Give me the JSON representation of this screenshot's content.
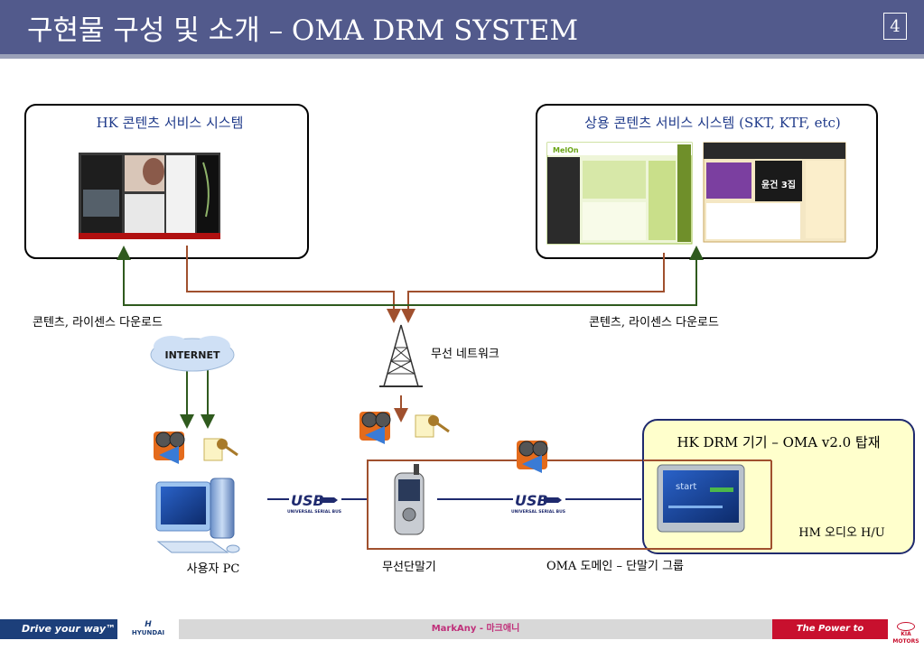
{
  "title": "구현물 구성 및 소개 – OMA DRM SYSTEM",
  "page_number": "4",
  "hk_service": {
    "label": "HK 콘텐츠 서비스 시스템"
  },
  "commercial_service": {
    "label": "상용 콘텐츠 서비스 시스템 (SKT, KTF, etc)"
  },
  "screens": {
    "melon_brand": "MelOn",
    "music_album": "윤건 3집"
  },
  "download_left": "콘텐츠, 라이센스 다운로드",
  "download_right": "콘텐츠, 라이센스 다운로드",
  "internet": "INTERNET",
  "wireless_network": "무선 네트워크",
  "usb": {
    "logo": "USB",
    "caption": "UNIVERSAL SERIAL BUS"
  },
  "device_box": {
    "label": "HK DRM 기기 – OMA v2.0 탑재",
    "unit_label": "HM 오디오 H/U"
  },
  "labels": {
    "user_pc": "사용자 PC",
    "mobile": "무선단말기",
    "oma_domain": "OMA 도메인 – 단말기 그룹",
    "start": "start"
  },
  "footer": {
    "left": "Drive your way™",
    "hyundai": "HYUNDAI",
    "center": "MarkAny - 마크애니",
    "right": "The Power to Surprise™",
    "kia": "KIA MOTORS"
  },
  "colors": {
    "title_bar": "#525a8c",
    "upload_arrow": "#2f5a1e",
    "download_arrow": "#a0502e",
    "hk_device_box_fill": "#ffffcc",
    "hk_device_box_border": "#1f2a6e",
    "oma_domain_border": "#a0502e",
    "label_blue": "#1f3a8a"
  }
}
